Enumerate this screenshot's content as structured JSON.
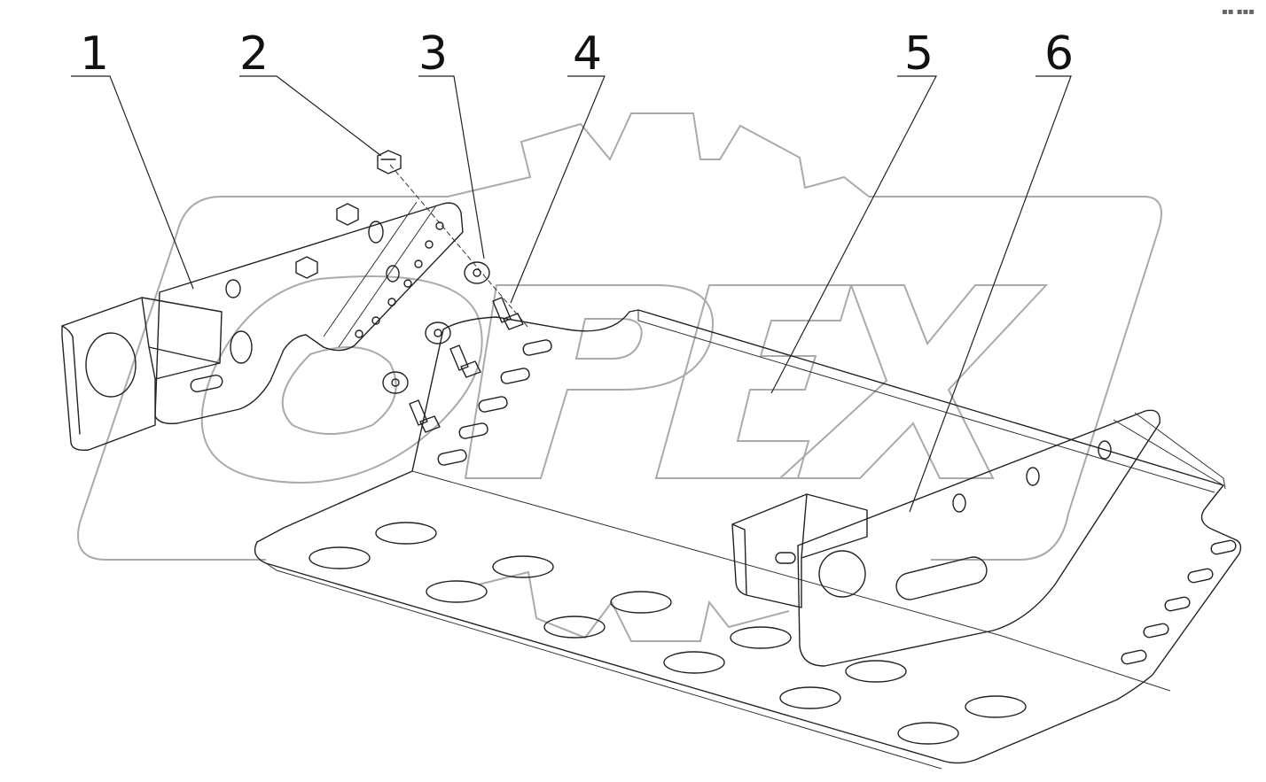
{
  "watermark": {
    "text": "OPEX",
    "color": "#aaaaaa"
  },
  "callouts": [
    {
      "label": "1"
    },
    {
      "label": "2"
    },
    {
      "label": "3"
    },
    {
      "label": "4"
    },
    {
      "label": "5"
    },
    {
      "label": "6"
    }
  ],
  "corner_mark": "▪▪ ▪▪▪",
  "line_color": "#222222"
}
